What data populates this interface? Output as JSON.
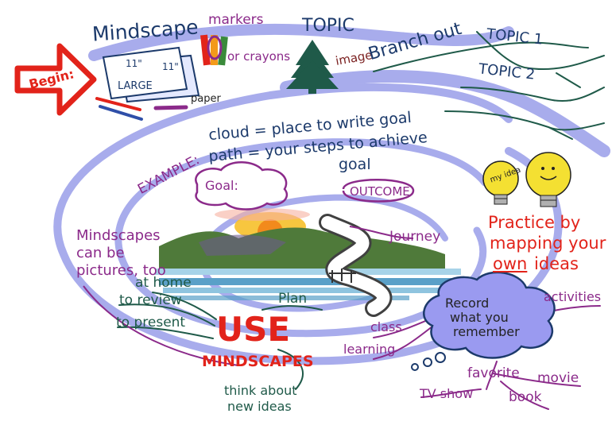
{
  "colors": {
    "swirl": "#a8acec",
    "navy": "#1c3a6b",
    "purple": "#8b2a8a",
    "green": "#1f5a49",
    "red": "#e2231a",
    "cloud_fill": "#9a9af0",
    "bulb_yellow": "#f4e032"
  },
  "top": {
    "begin": "Begin:",
    "mindscape": "Mindscape",
    "paper_size_a": "11\"",
    "paper_size_b": "11\"",
    "paper_large": "LARGE",
    "paper": "paper",
    "markers": "markers",
    "or_crayons": "or crayons",
    "topic": "TOPIC",
    "image": "image",
    "branch_out": "Branch out",
    "topic_1": "TOPIC 1",
    "topic_2": "TOPIC 2"
  },
  "example": {
    "label": "EXAMPLE:",
    "cloud_line": "cloud = place to write goal",
    "path_line": "path = your steps to achieve",
    "goal_word": "goal",
    "goal_cloud": "Goal:",
    "outcome": "OUTCOME",
    "journey": "Journey",
    "plan": "Plan"
  },
  "left": {
    "pictures_1": "Mindscapes",
    "pictures_2": "can be",
    "pictures_3": "pictures, too",
    "at_home": "at home",
    "to_review": "to review",
    "to_present": "to present",
    "use": "USE",
    "mindscapes": "MINDSCAPES",
    "think_about": "think about",
    "new_ideas": "new ideas"
  },
  "right": {
    "bulb_label": "my idea",
    "practice_1": "Practice by",
    "practice_2": "mapping your",
    "practice_own": "own",
    "practice_ideas": "ideas",
    "record_1": "Record",
    "record_2": "what you",
    "record_3": "remember",
    "activities": "activities",
    "class": "class",
    "learning": "learning",
    "favorite": "favorite",
    "movie": "movie",
    "tv_show": "TV show",
    "book": "book"
  }
}
